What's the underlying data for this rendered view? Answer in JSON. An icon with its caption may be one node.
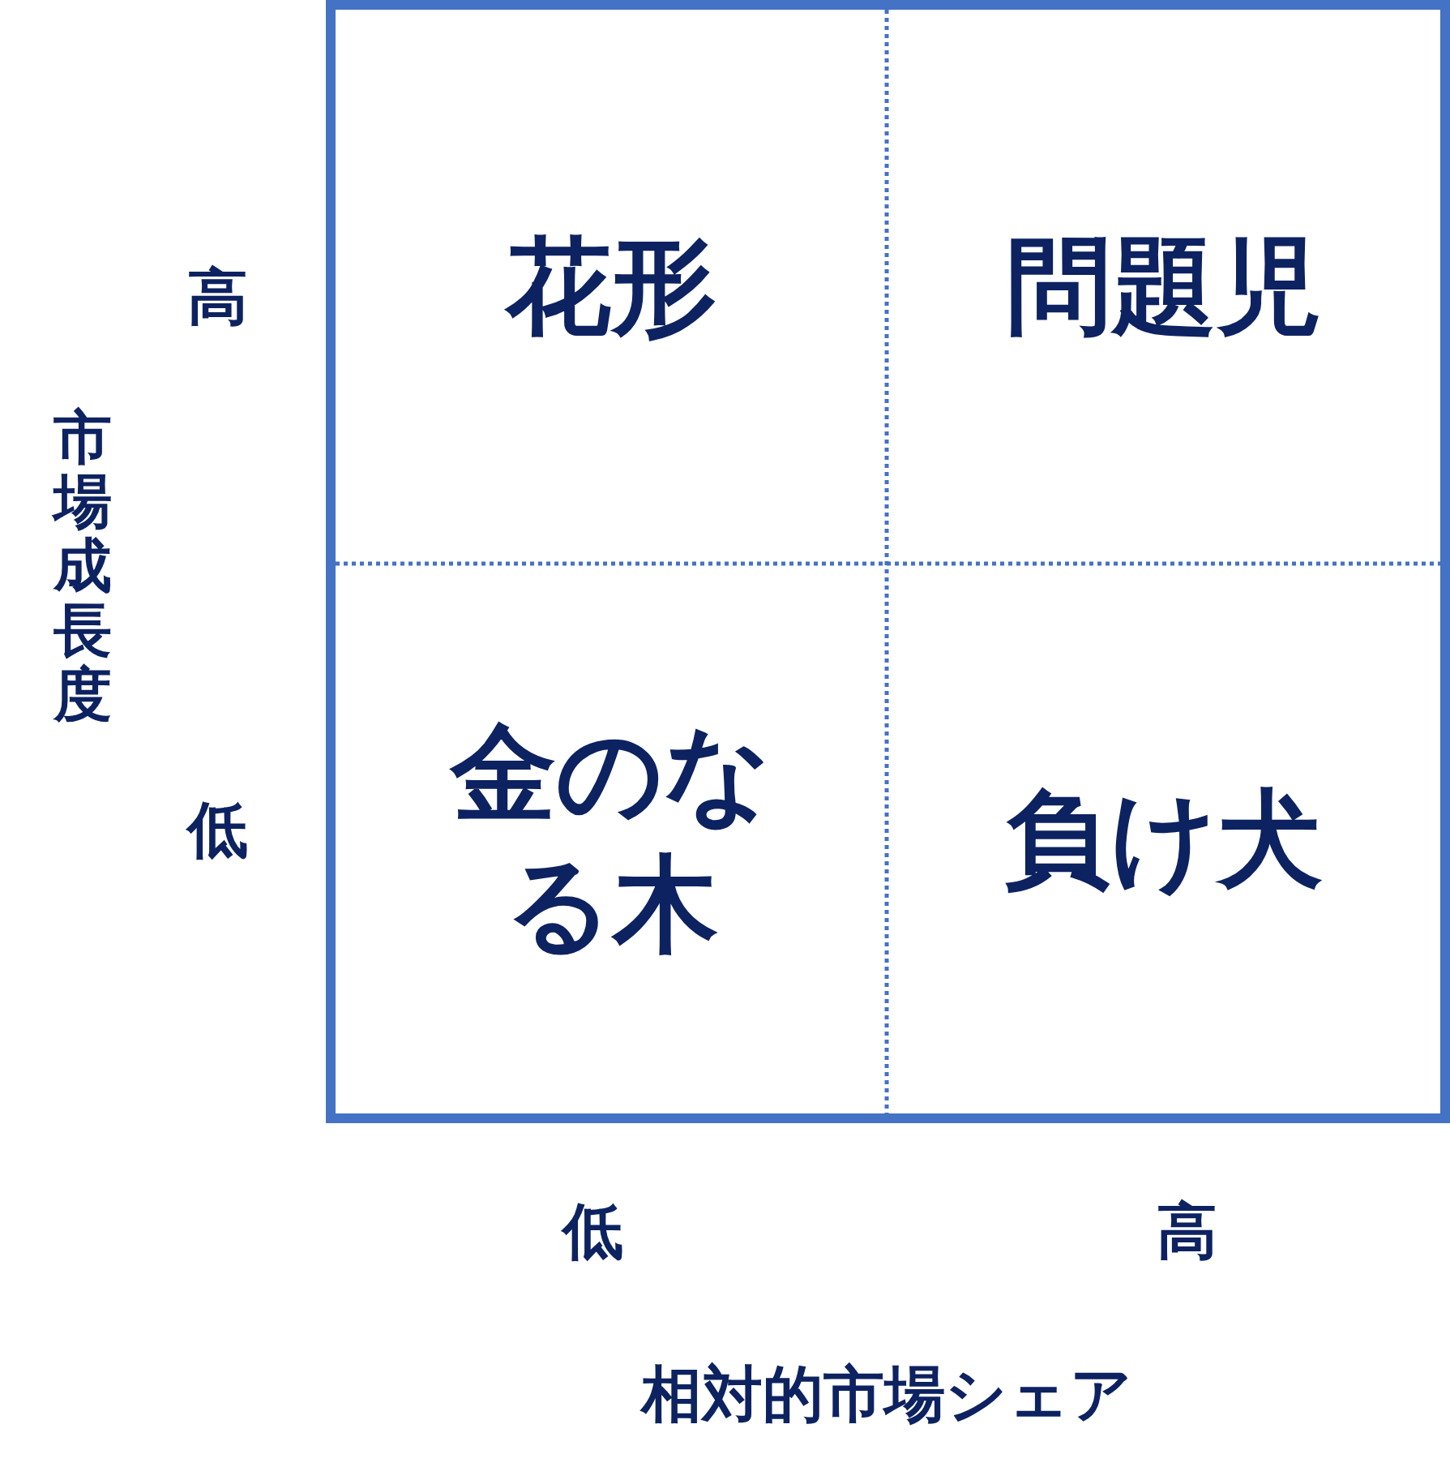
{
  "diagram": {
    "nodes": [
      {
        "text": [
          "花形"
        ]
      },
      {
        "text": [
          "問題児"
        ]
      },
      {
        "text": [
          "金のなる木"
        ]
      },
      {
        "text": [
          "負け犬"
        ]
      }
    ],
    "labels": [
      "高",
      "市場成長度",
      "低",
      "低",
      "高",
      "相対的市場シェア"
    ]
  }
}
